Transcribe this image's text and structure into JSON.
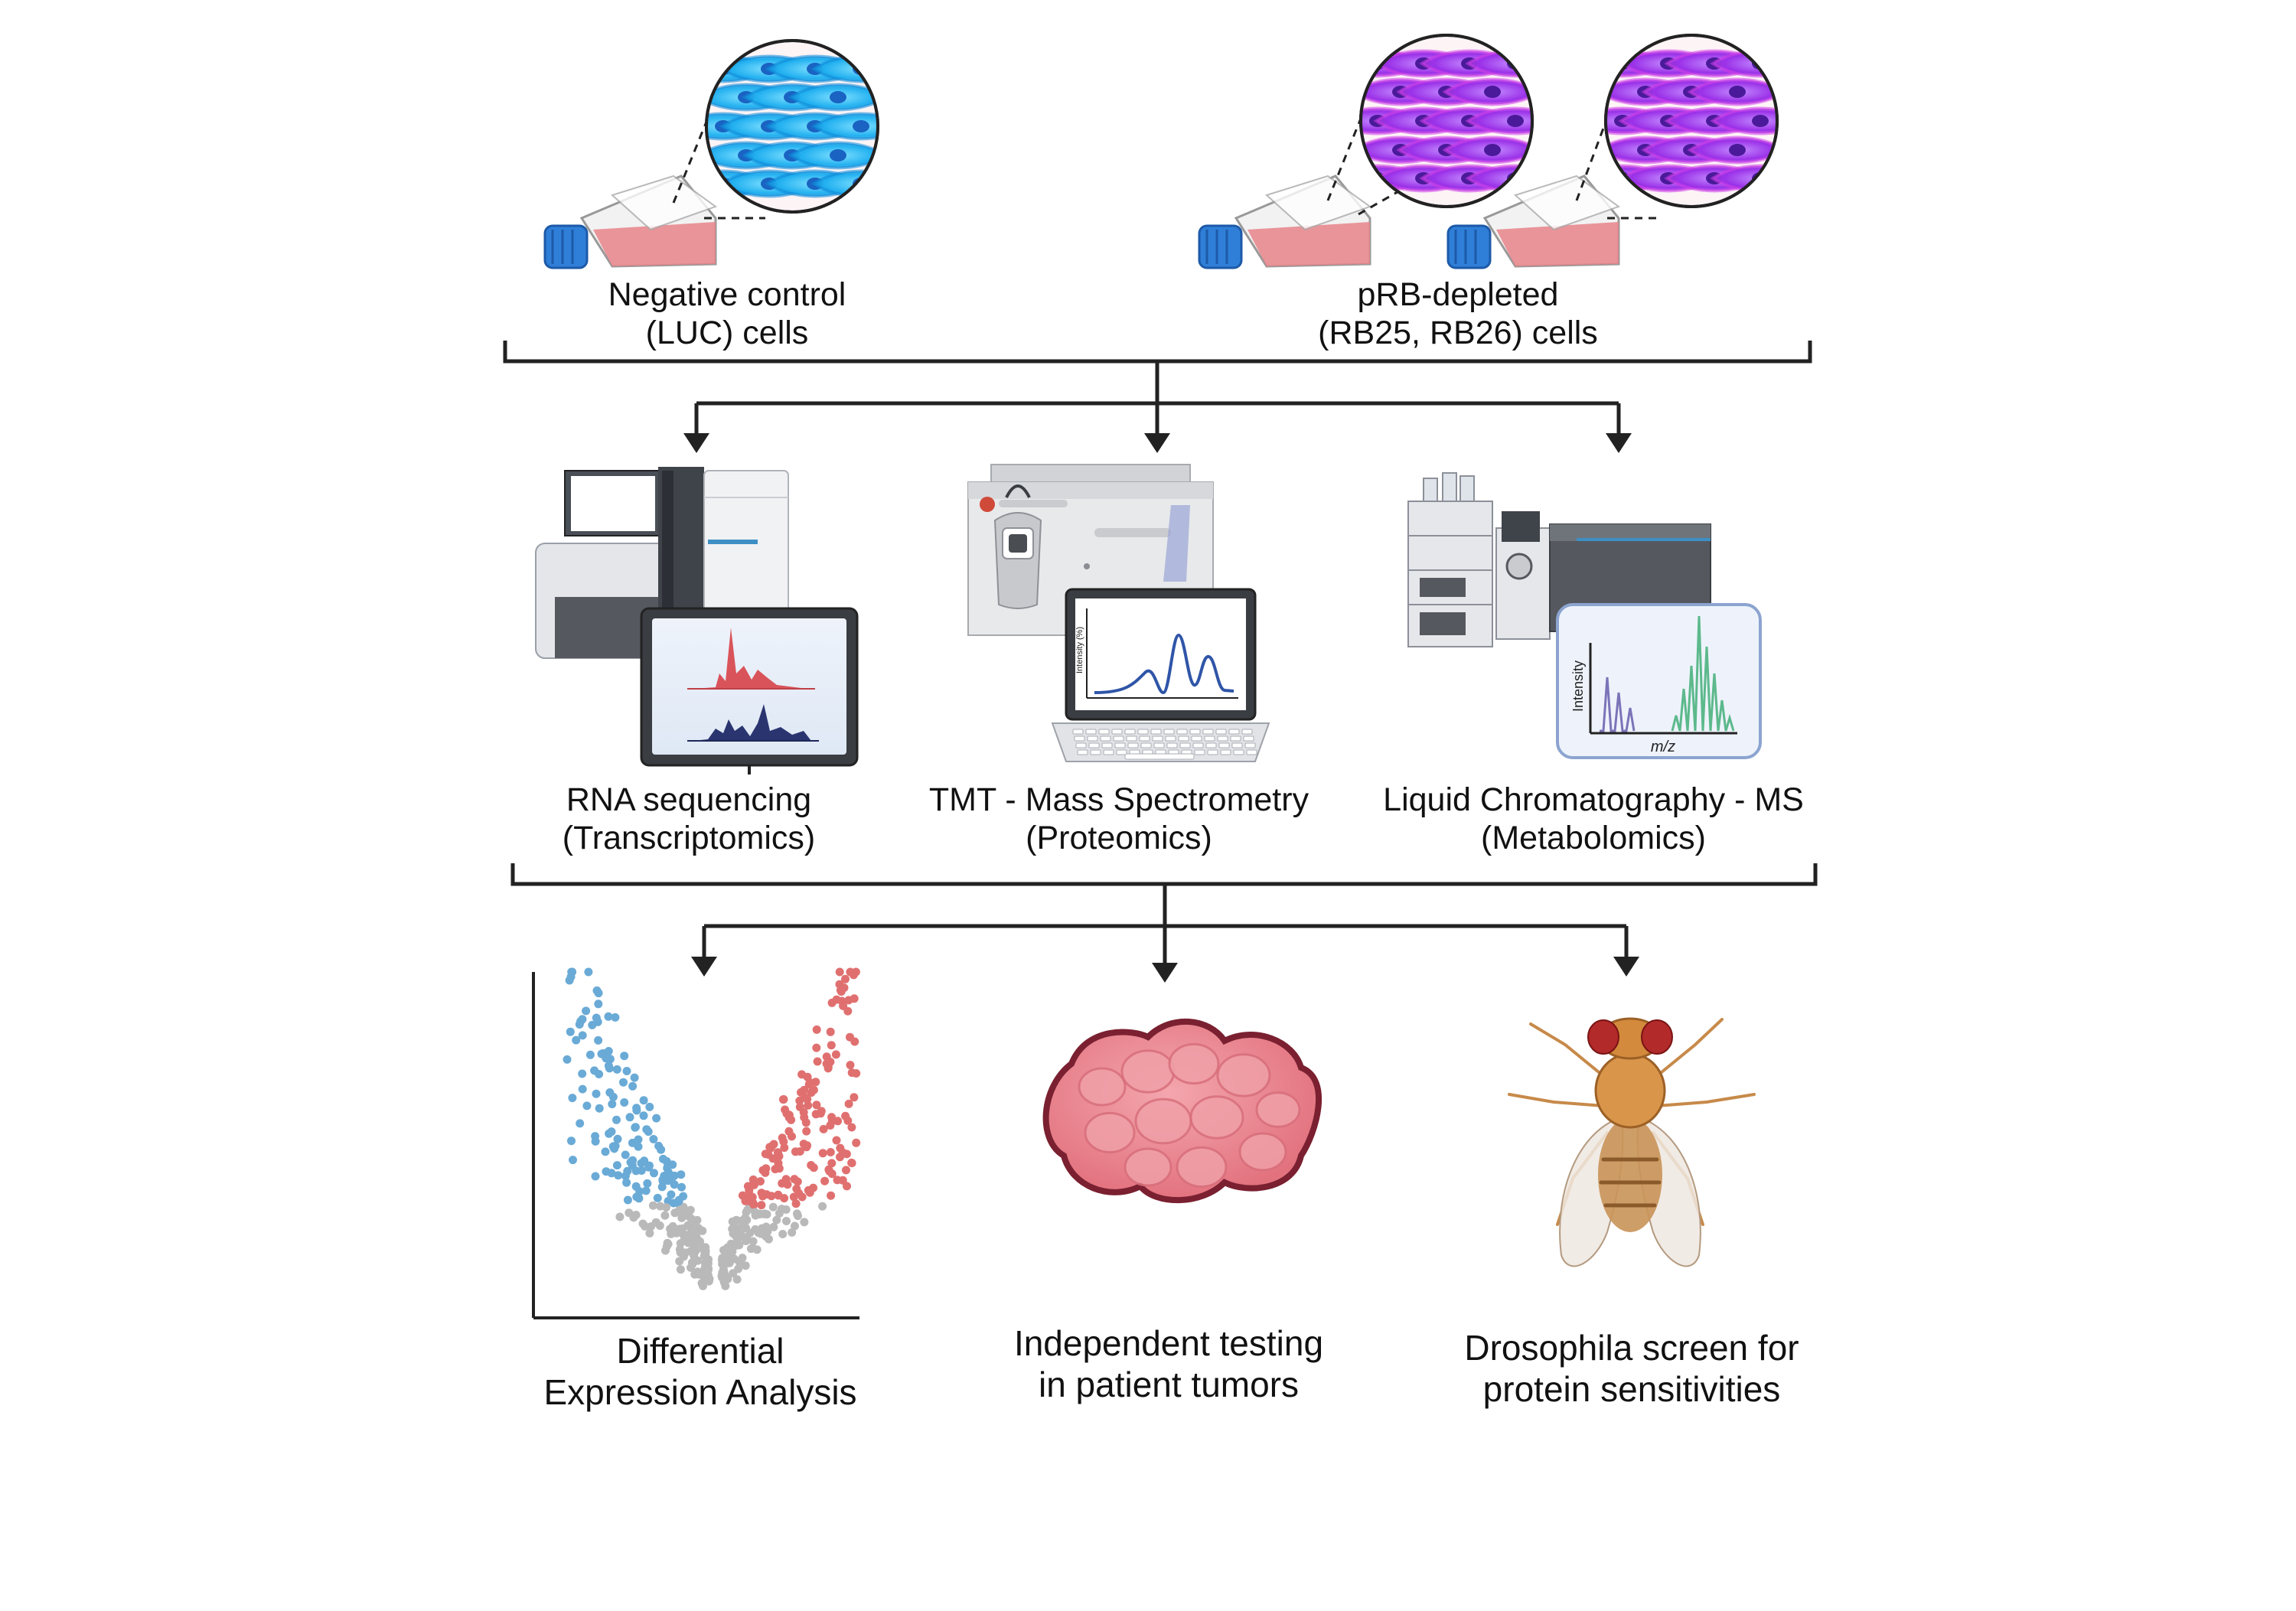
{
  "groups": {
    "negative_control": {
      "line1": "Negative control",
      "line2": "(LUC) cells"
    },
    "rb_depleted": {
      "line1": "pRB-depleted",
      "line2": "(RB25, RB26) cells"
    }
  },
  "methods": {
    "rnaseq": {
      "line1": "RNA sequencing",
      "line2": "(Transcriptomics)"
    },
    "tmt": {
      "line1": "TMT - Mass Spectrometry",
      "line2": "(Proteomics)",
      "plot_ylabel": "Intensity (%)"
    },
    "lcms": {
      "line1": "Liquid Chromatography - MS",
      "line2": "(Metabolomics)",
      "plot_ylabel": "Intensity",
      "plot_xlabel": "m/z"
    }
  },
  "outputs": {
    "dea": {
      "line1": "Differential",
      "line2": "Expression Analysis"
    },
    "tumors": {
      "line1": "Independent testing",
      "line2": "in patient tumors"
    },
    "drosophila": {
      "line1": "Drosophila screen for",
      "line2": "protein sensitivities"
    }
  },
  "colors": {
    "line": "#222222",
    "negative_cells": "#29b6f6",
    "rb_cells": "#a12fe0",
    "flask_media": "#e8848a",
    "flask_cap": "#2f7fd8",
    "up_points": "#e07070",
    "down_points": "#6aaad6",
    "ns_points": "#b9b9b9",
    "tumor": "#e8808a",
    "tumor_edge": "#7a2030"
  }
}
